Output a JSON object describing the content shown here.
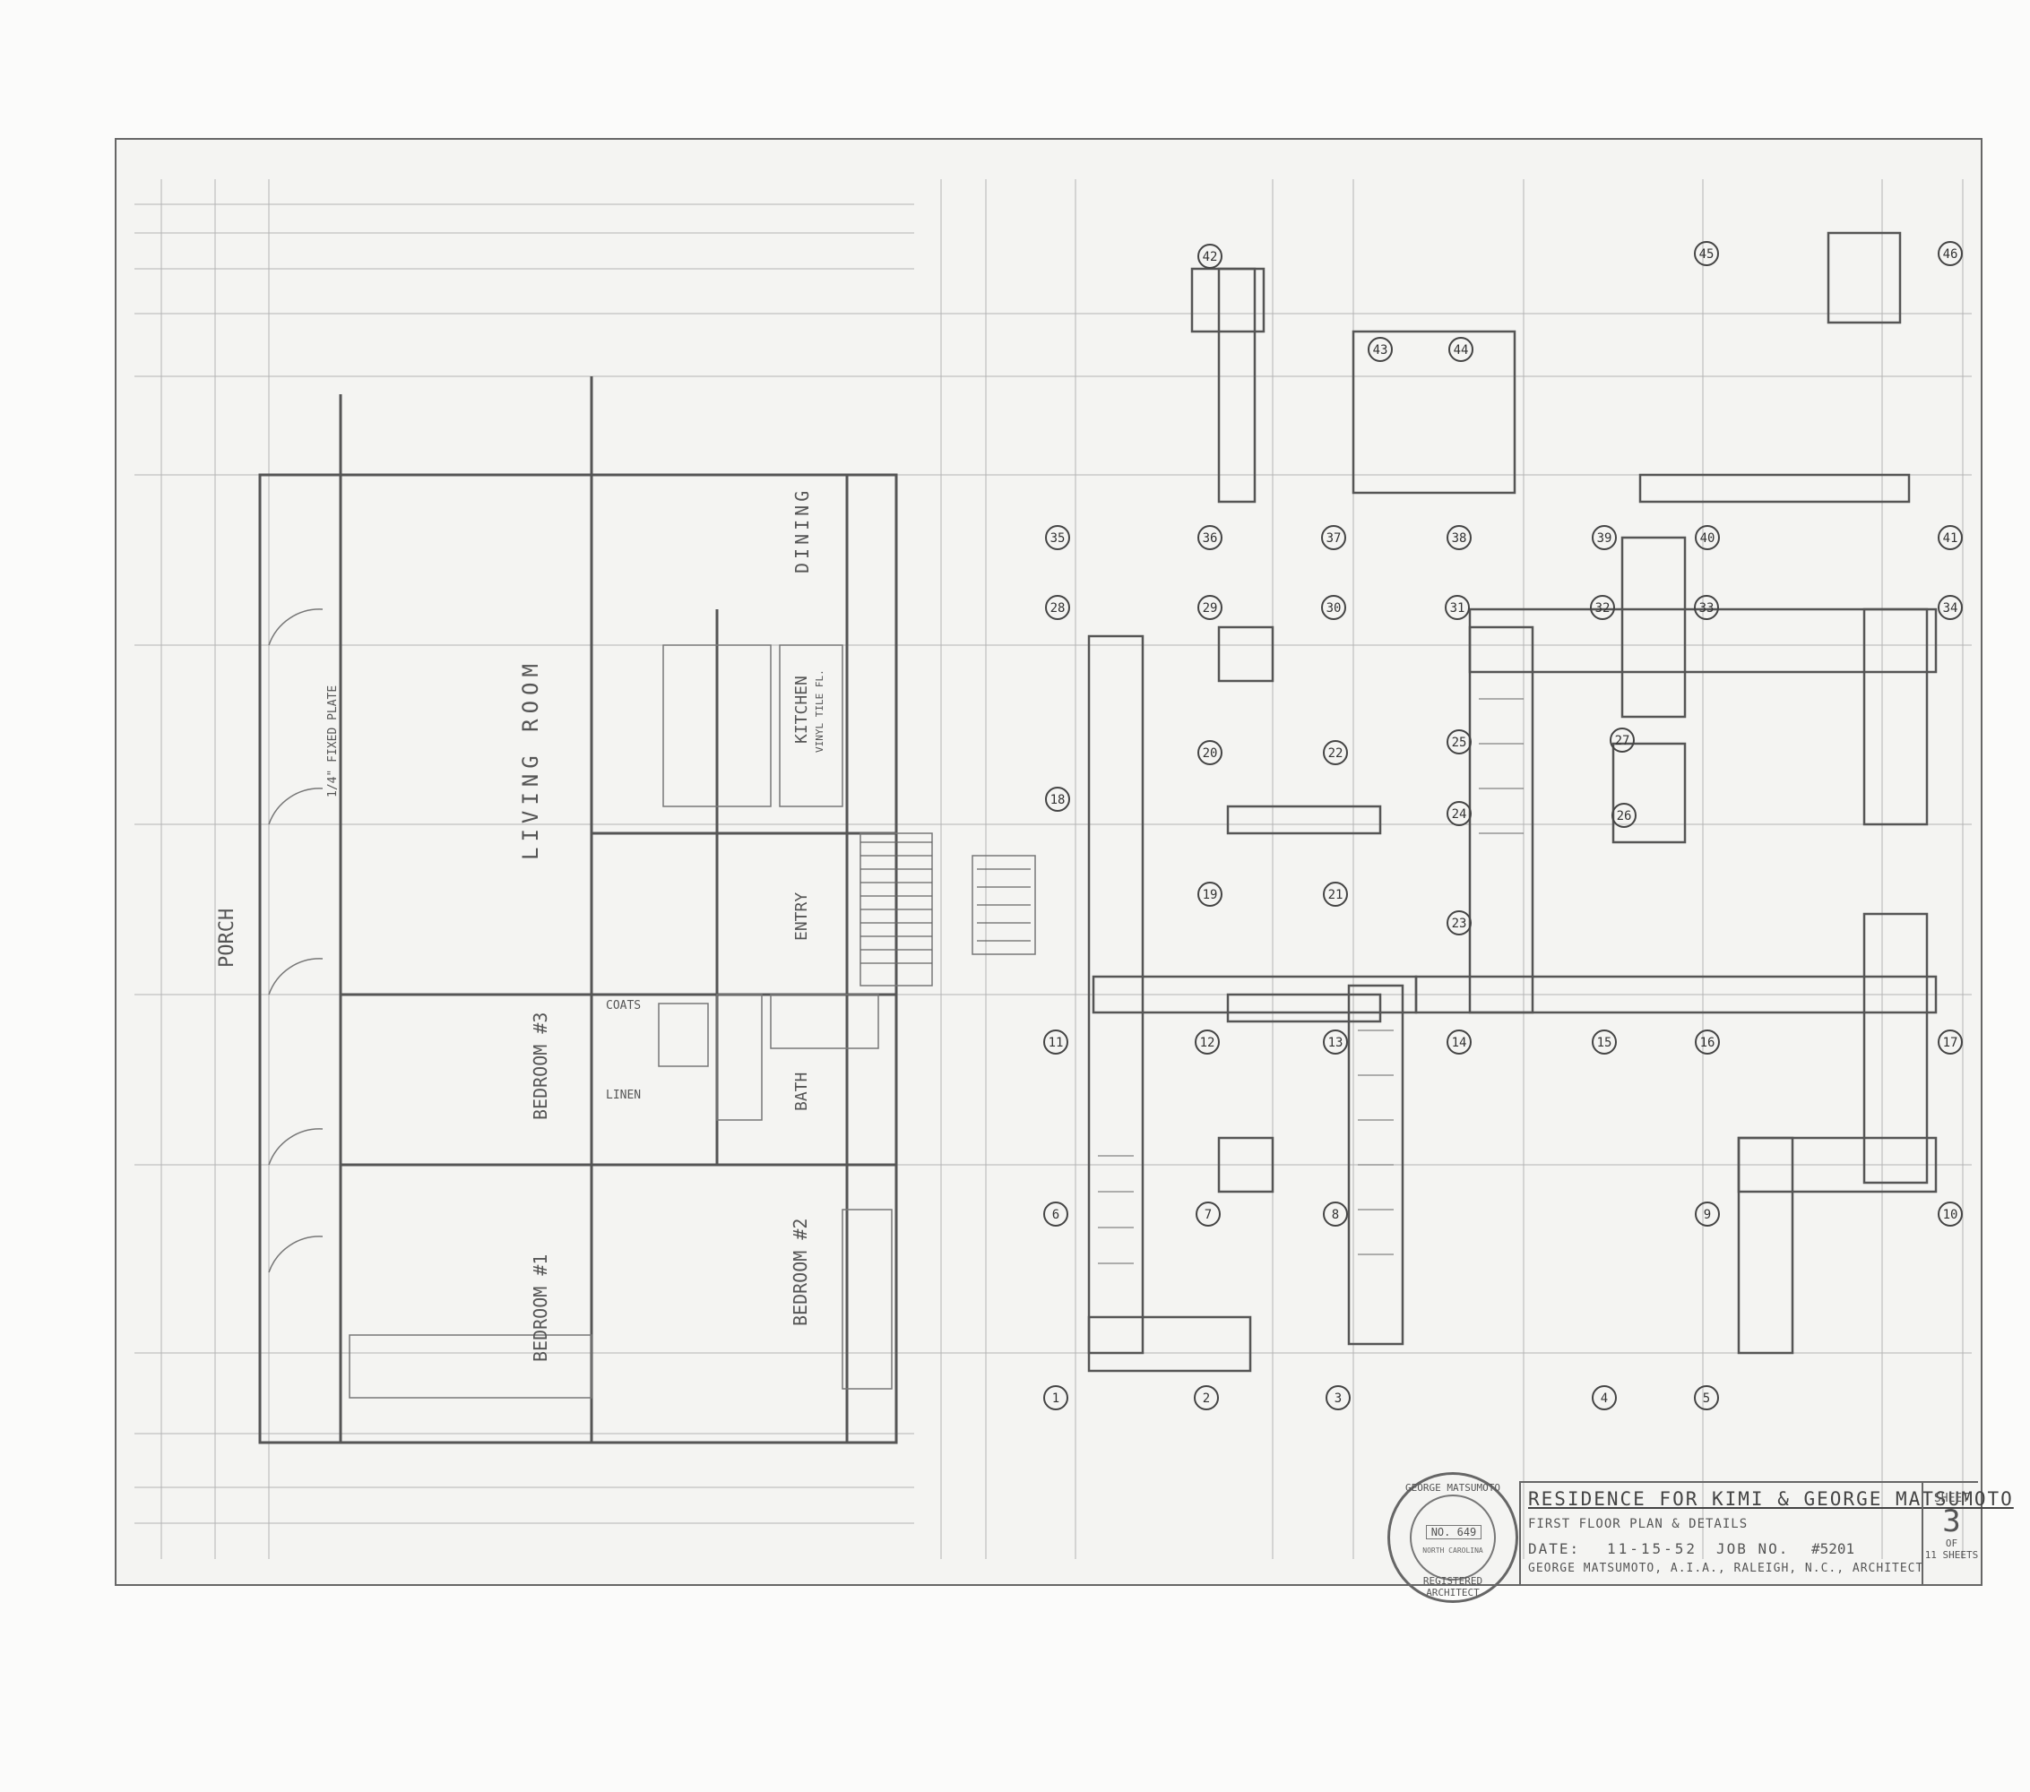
{
  "rooms": {
    "porch": "PORCH",
    "living_room": "LIVING ROOM",
    "dining": "DINING",
    "kitchen": "KITCHEN",
    "entry": "ENTRY",
    "bath": "BATH",
    "bedroom1": "BEDROOM #1",
    "bedroom2": "BEDROOM #2",
    "bedroom3": "BEDROOM #3",
    "coats": "COATS",
    "linen": "LINEN"
  },
  "notes": {
    "fixed_plate": "1/4\" FIXED PLATE",
    "vinyl_tile": "VINYL TILE FL."
  },
  "title_block": {
    "title": "RESIDENCE FOR KIMI & GEORGE MATSUMOTO",
    "subtitle": "FIRST FLOOR PLAN & DETAILS",
    "date_label": "DATE:",
    "date": "11-15-52",
    "job_label": "JOB NO.",
    "job_no": "#5201",
    "architect": "GEORGE MATSUMOTO, A.I.A., RALEIGH, N.C., ARCHITECT",
    "sheet_label": "SHEET",
    "sheet_no": "3",
    "of_label": "OF",
    "sheet_total": "11 SHEETS"
  },
  "seal": {
    "name": "GEORGE MATSUMOTO",
    "number": "NO. 649",
    "state": "NORTH CAROLINA",
    "registered": "REGISTERED ARCHITECT"
  },
  "details": {
    "callouts": [
      "1",
      "2",
      "3",
      "4",
      "5",
      "6",
      "7",
      "8",
      "9",
      "10",
      "11",
      "12",
      "13",
      "14",
      "15",
      "16",
      "17",
      "18",
      "19",
      "20",
      "21",
      "22",
      "23",
      "24",
      "25",
      "26",
      "27",
      "28",
      "29",
      "30",
      "31",
      "32",
      "33",
      "34",
      "35",
      "36",
      "37",
      "38",
      "39",
      "40",
      "41",
      "42",
      "43",
      "44",
      "45",
      "46"
    ]
  }
}
